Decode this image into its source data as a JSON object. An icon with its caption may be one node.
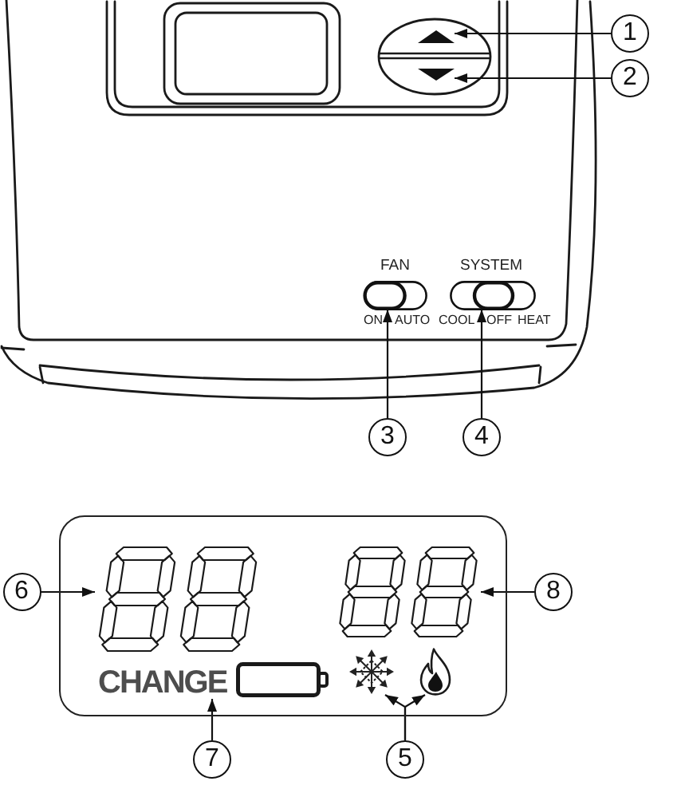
{
  "diagram": {
    "nodes": [
      {
        "text": [
          "1"
        ]
      },
      {
        "text": [],
        "shape": "triangle"
      },
      {
        "text": [
          "2"
        ]
      },
      {
        "text": [],
        "shape": "triangle"
      },
      {
        "text": [],
        "shape": "switch"
      },
      {
        "text": [],
        "shape": "switch"
      },
      {
        "text": [
          "3"
        ]
      },
      {
        "text": [
          "4"
        ]
      },
      {
        "text": [],
        "shape": "box"
      },
      {
        "text": [],
        "shape": "digits",
        "in": 8
      },
      {
        "text": [],
        "shape": "digits",
        "in": 8
      },
      {
        "text": [
          "CHANGE"
        ],
        "in": 8
      },
      {
        "text": [],
        "shape": "snowflake",
        "in": 8
      },
      {
        "text": [],
        "shape": "flame",
        "in": 8
      },
      {
        "text": [
          "6"
        ]
      },
      {
        "text": [
          "8"
        ]
      },
      {
        "text": [
          "7"
        ]
      },
      {
        "text": [
          "5"
        ]
      }
    ],
    "edges": [
      {
        "from": 0,
        "to": 1,
        "arrow": "to"
      },
      {
        "from": 2,
        "to": 3,
        "arrow": "to"
      },
      {
        "from": 6,
        "to": 4,
        "arrow": "to"
      },
      {
        "from": 7,
        "to": 5,
        "arrow": "to"
      },
      {
        "from": 14,
        "to": 9,
        "arrow": "to"
      },
      {
        "from": 15,
        "to": 10,
        "arrow": "to"
      },
      {
        "from": 16,
        "to": 11,
        "arrow": "to"
      },
      {
        "from": 17,
        "to": 12,
        "arrow": "to"
      },
      {
        "from": 17,
        "to": 13,
        "arrow": "to"
      }
    ],
    "labels": [
      "FAN",
      "SYSTEM",
      "ON",
      "AUTO",
      "COOL",
      "OFF",
      "HEAT"
    ]
  }
}
